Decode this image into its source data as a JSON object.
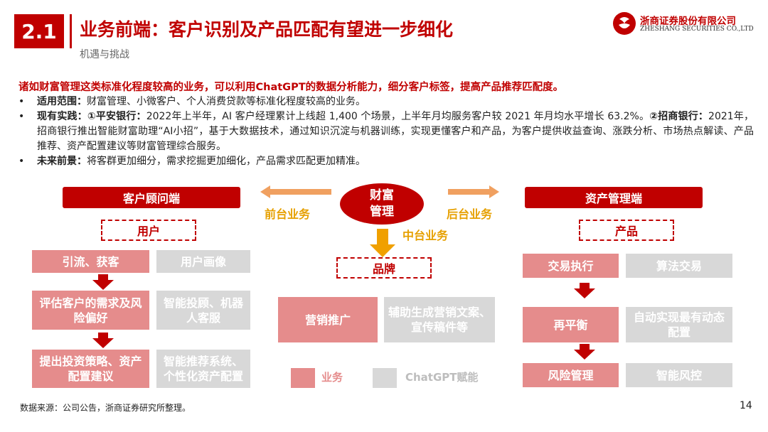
{
  "header": {
    "section_number": "2.1",
    "title": "业务前端：客户识别及产品匹配有望进一步细化",
    "subtitle": "机遇与挑战",
    "logo_cn": "浙商证券股份有限公司",
    "logo_en": "ZHESHANG SECURITIES CO.,LTD"
  },
  "lead": "诸如财富管理这类标准化程度较高的业务，可以利用ChatGPT的数据分析能力，细分客户标签，提高产品推荐匹配度。",
  "bullets": [
    {
      "label": "适用范围：",
      "text": "财富管理、小微客户、个人消费贷款等标准化程度较高的业务。"
    },
    {
      "label": "现有实践：",
      "parts": [
        {
          "bold": "①平安银行："
        },
        {
          "plain": "2022年上半年，AI 客户经理累计上线超 1,400 个场景，上半年月均服务客户较 2021 年月均水平增长 63.2%。"
        },
        {
          "bold": "②招商银行："
        },
        {
          "plain": "2021年，招商银行推出智能财富助理“AI小招”，基于大数据技术，通过知识沉淀与机器训练，实现更懂客户和产品，为客户提供收益查询、涨跌分析、市场热点解读、产品推荐、资产配置建议等财富管理综合服务。"
        }
      ]
    },
    {
      "label": "未来前景：",
      "text": "将客群更加细分，需求挖掘更加细化，产品需求匹配更加精准。"
    }
  ],
  "diagram": {
    "left_header": "客户顾问端",
    "right_header": "资产管理端",
    "center_ellipse": "财富\n管理",
    "front_label": "前台业务",
    "back_label": "后台业务",
    "middle_label": "中台业务",
    "left_dash": "用户",
    "center_dash": "品牌",
    "right_dash": "产品",
    "left_rows": [
      {
        "business": "引流、获客",
        "gpt": "用户画像"
      },
      {
        "business": "评估客户的需求及风险偏好",
        "gpt": "智能投顾、机器人客服"
      },
      {
        "business": "提出投资策略、资产配置建议",
        "gpt": "智能推荐系统、个性化资产配置"
      }
    ],
    "center_row": {
      "business": "营销推广",
      "gpt": "辅助生成营销文案、宣传稿件等"
    },
    "right_rows": [
      {
        "business": "交易执行",
        "gpt": "算法交易"
      },
      {
        "business": "再平衡",
        "gpt": "自动实现最有动态配置"
      },
      {
        "business": "风险管理",
        "gpt": "智能风控"
      }
    ],
    "legend": {
      "business": "业务",
      "gpt": "ChatGPT赋能"
    },
    "colors": {
      "red": "#c00000",
      "pink": "#e58c8c",
      "grey": "#d8d8d8",
      "orange": "#e6a000"
    }
  },
  "footer": {
    "source": "数据来源：公司公告，浙商证券研究所整理。",
    "page": "14"
  }
}
